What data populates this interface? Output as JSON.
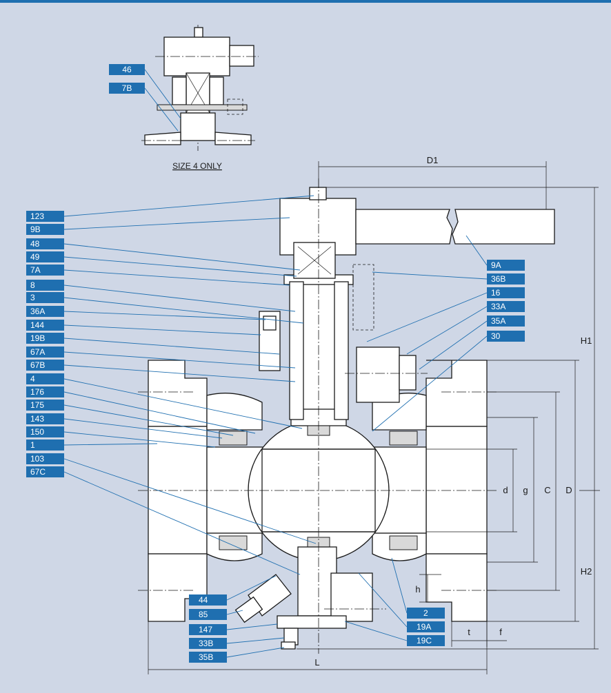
{
  "inset_note": "SIZE 4 ONLY",
  "inset_labels": [
    "46",
    "7B"
  ],
  "left_labels": [
    "123",
    "9B",
    "48",
    "49",
    "7A",
    "8",
    "3",
    "36A",
    "144",
    "19B",
    "67A",
    "67B",
    "4",
    "176",
    "175",
    "143",
    "150",
    "1",
    "103",
    "67C"
  ],
  "right_labels": [
    "9A",
    "36B",
    "16",
    "33A",
    "35A",
    "30"
  ],
  "bottom_left_labels": [
    "44",
    "85",
    "147",
    "33B",
    "35B"
  ],
  "bottom_right_labels": [
    "2",
    "19A",
    "19C"
  ],
  "dimensions": {
    "D1": "D1",
    "H1": "H1",
    "H2": "H2",
    "d": "d",
    "g": "g",
    "C": "C",
    "D": "D",
    "h": "h",
    "t": "t",
    "f": "f",
    "L": "L"
  },
  "colors": {
    "background": "#cfd7e6",
    "label_fill": "#1f6fb0",
    "label_text": "#ffffff",
    "accent_bar": "#1f6fb0"
  }
}
